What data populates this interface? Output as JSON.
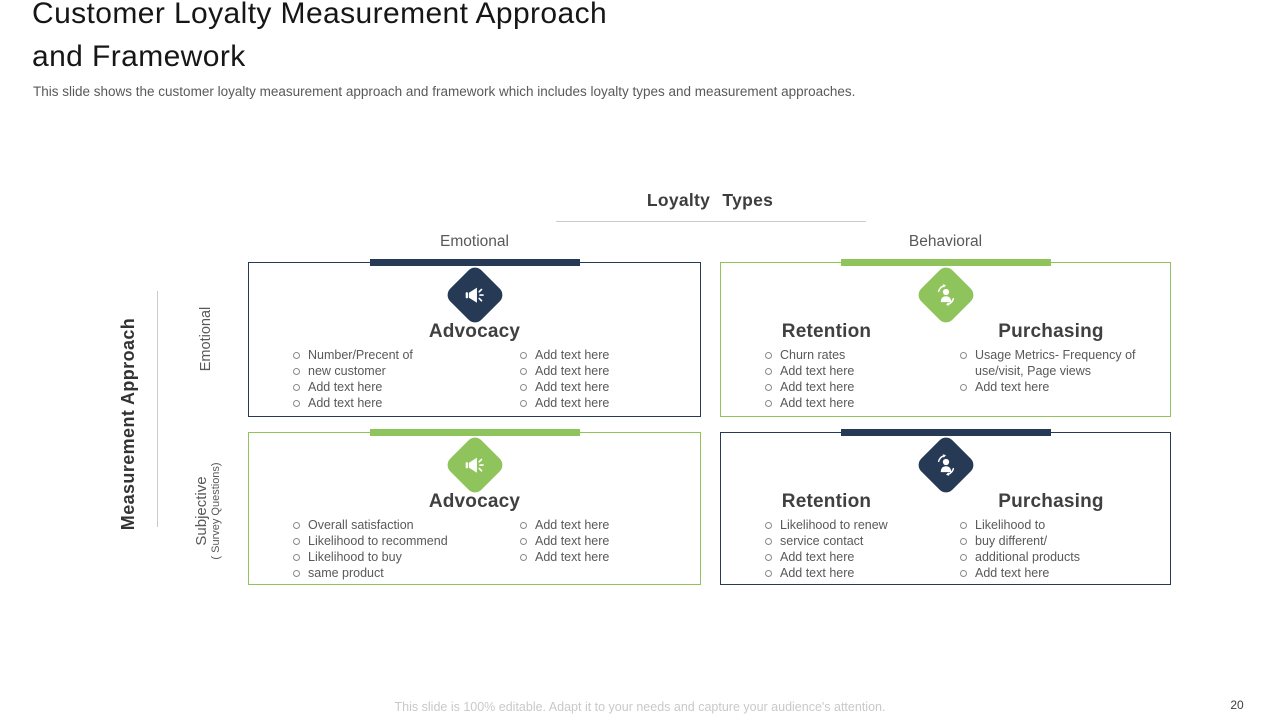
{
  "slide": {
    "title_lines": [
      "Customer Loyalty Measurement Approach",
      "and Framework"
    ],
    "subtitle": "This slide shows the customer loyalty measurement approach and framework which includes loyalty types and measurement approaches."
  },
  "colors": {
    "navy": "#263A56",
    "green": "#8FC45C"
  },
  "matrix": {
    "column_axis_title": "Loyalty Types",
    "row_axis_title": "Measurement Approach",
    "column_headers": [
      "Emotional",
      "Behavioral"
    ],
    "row_headers": [
      {
        "label": "Emotional",
        "sublabel": ""
      },
      {
        "label": "Subjective",
        "sublabel": "( Survey Questions)"
      }
    ]
  },
  "cells": {
    "top_left": {
      "icon": "megaphone-icon",
      "accent": "navy",
      "title": "Advocacy",
      "bullets_left": [
        "Number/Precent of",
        "new customer",
        "Add text here",
        "Add text here"
      ],
      "bullets_right": [
        "Add text here",
        "Add text here",
        "Add text here",
        "Add text here"
      ]
    },
    "top_right": {
      "icon": "customer-cycle-icon",
      "accent": "green",
      "columns": [
        {
          "title": "Retention",
          "bullets": [
            "Churn rates",
            "Add text here",
            "Add text here",
            "Add text here"
          ]
        },
        {
          "title": "Purchasing",
          "bullets": [
            "Usage Metrics- Frequency of use/visit, Page views",
            "Add text here"
          ]
        }
      ]
    },
    "bottom_left": {
      "icon": "megaphone-icon",
      "accent": "green",
      "title": "Advocacy",
      "bullets_left": [
        "Overall satisfaction",
        "Likelihood to recommend",
        "Likelihood to buy",
        "same product"
      ],
      "bullets_right": [
        "Add text here",
        "Add text here",
        "Add text here"
      ]
    },
    "bottom_right": {
      "icon": "customer-cycle-icon",
      "accent": "navy",
      "columns": [
        {
          "title": "Retention",
          "bullets": [
            "Likelihood to renew",
            "service contact",
            "Add text here",
            "Add text here"
          ]
        },
        {
          "title": "Purchasing",
          "bullets": [
            "Likelihood to",
            "buy different/",
            "additional products",
            "Add text here"
          ]
        }
      ]
    }
  },
  "footer": {
    "note": "This slide is 100% editable. Adapt it to your needs and capture your audience's attention.",
    "page_number": "20"
  }
}
